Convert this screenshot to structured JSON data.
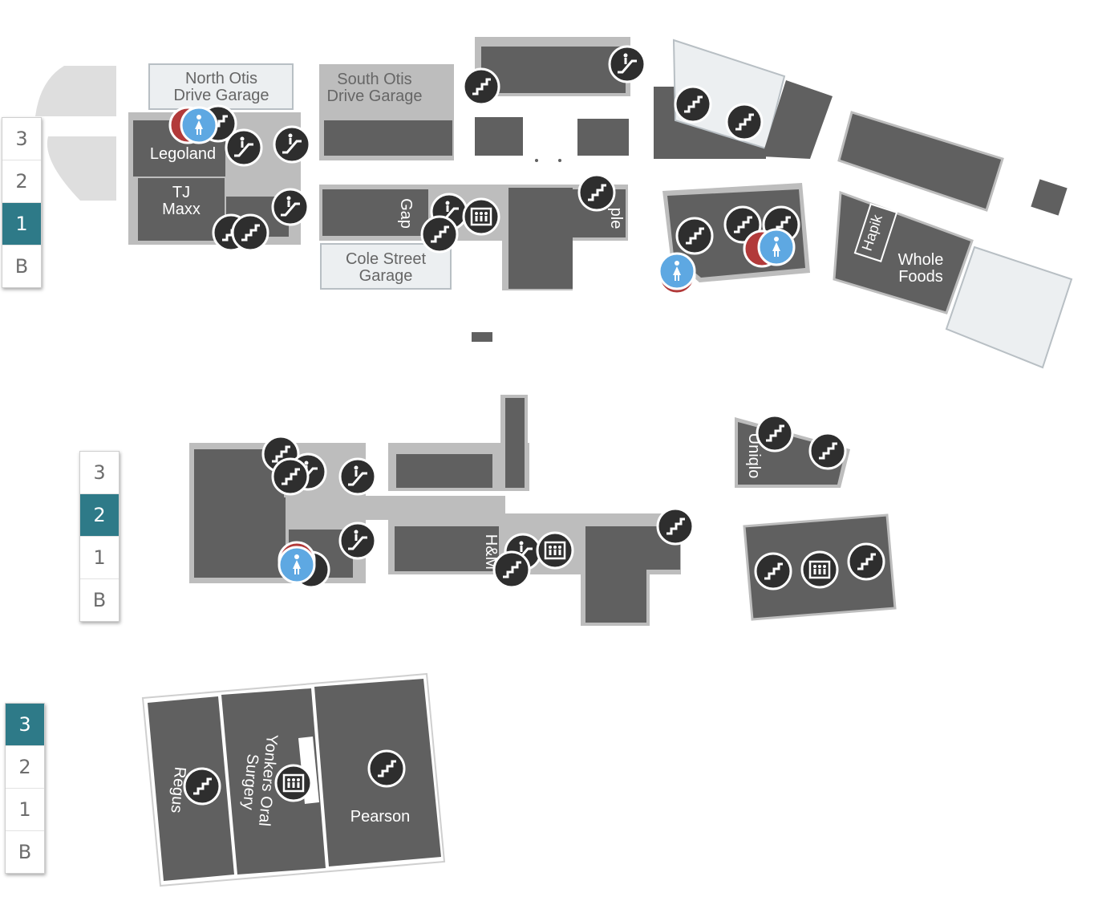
{
  "floor_selectors": [
    {
      "active": "1",
      "floors": [
        "3",
        "2",
        "1",
        "B"
      ]
    },
    {
      "active": "2",
      "floors": [
        "3",
        "2",
        "1",
        "B"
      ]
    },
    {
      "active": "3",
      "floors": [
        "3",
        "2",
        "1",
        "B"
      ]
    }
  ],
  "labels": {
    "north_otis_1": "North Otis",
    "north_otis_2": "Drive Garage",
    "south_otis_1": "South Otis",
    "south_otis_2": "Drive Garage",
    "cole_street_1": "Cole Street",
    "cole_street_2": "Garage",
    "legoland": "Legoland",
    "tj_1": "TJ",
    "tj_2": "Maxx",
    "gap": "Gap",
    "apple": "ple",
    "hapik": "Hapik",
    "whole_1": "Whole",
    "whole_2": "Foods",
    "uniqlo": "Uniqlo",
    "hm": "H&M",
    "regus": "Regus",
    "yonkers_1": "Yonkers Oral",
    "yonkers_2": "Surgery",
    "pearson": "Pearson"
  },
  "colors": {
    "store": "#606060",
    "corridor": "#bdbdbd",
    "garage": "#eceff1",
    "outline": "#b8bfc4",
    "icon_bg": "#2e2e2e",
    "restroom": "#5ea8e2",
    "restroom_back": "#b23a3a",
    "selector_active": "#2e7a88"
  },
  "icons": {
    "stairs": "stairs-icon",
    "escalator": "escalator-icon",
    "elevator": "elevator-icon",
    "restroom": "restroom-icon"
  }
}
